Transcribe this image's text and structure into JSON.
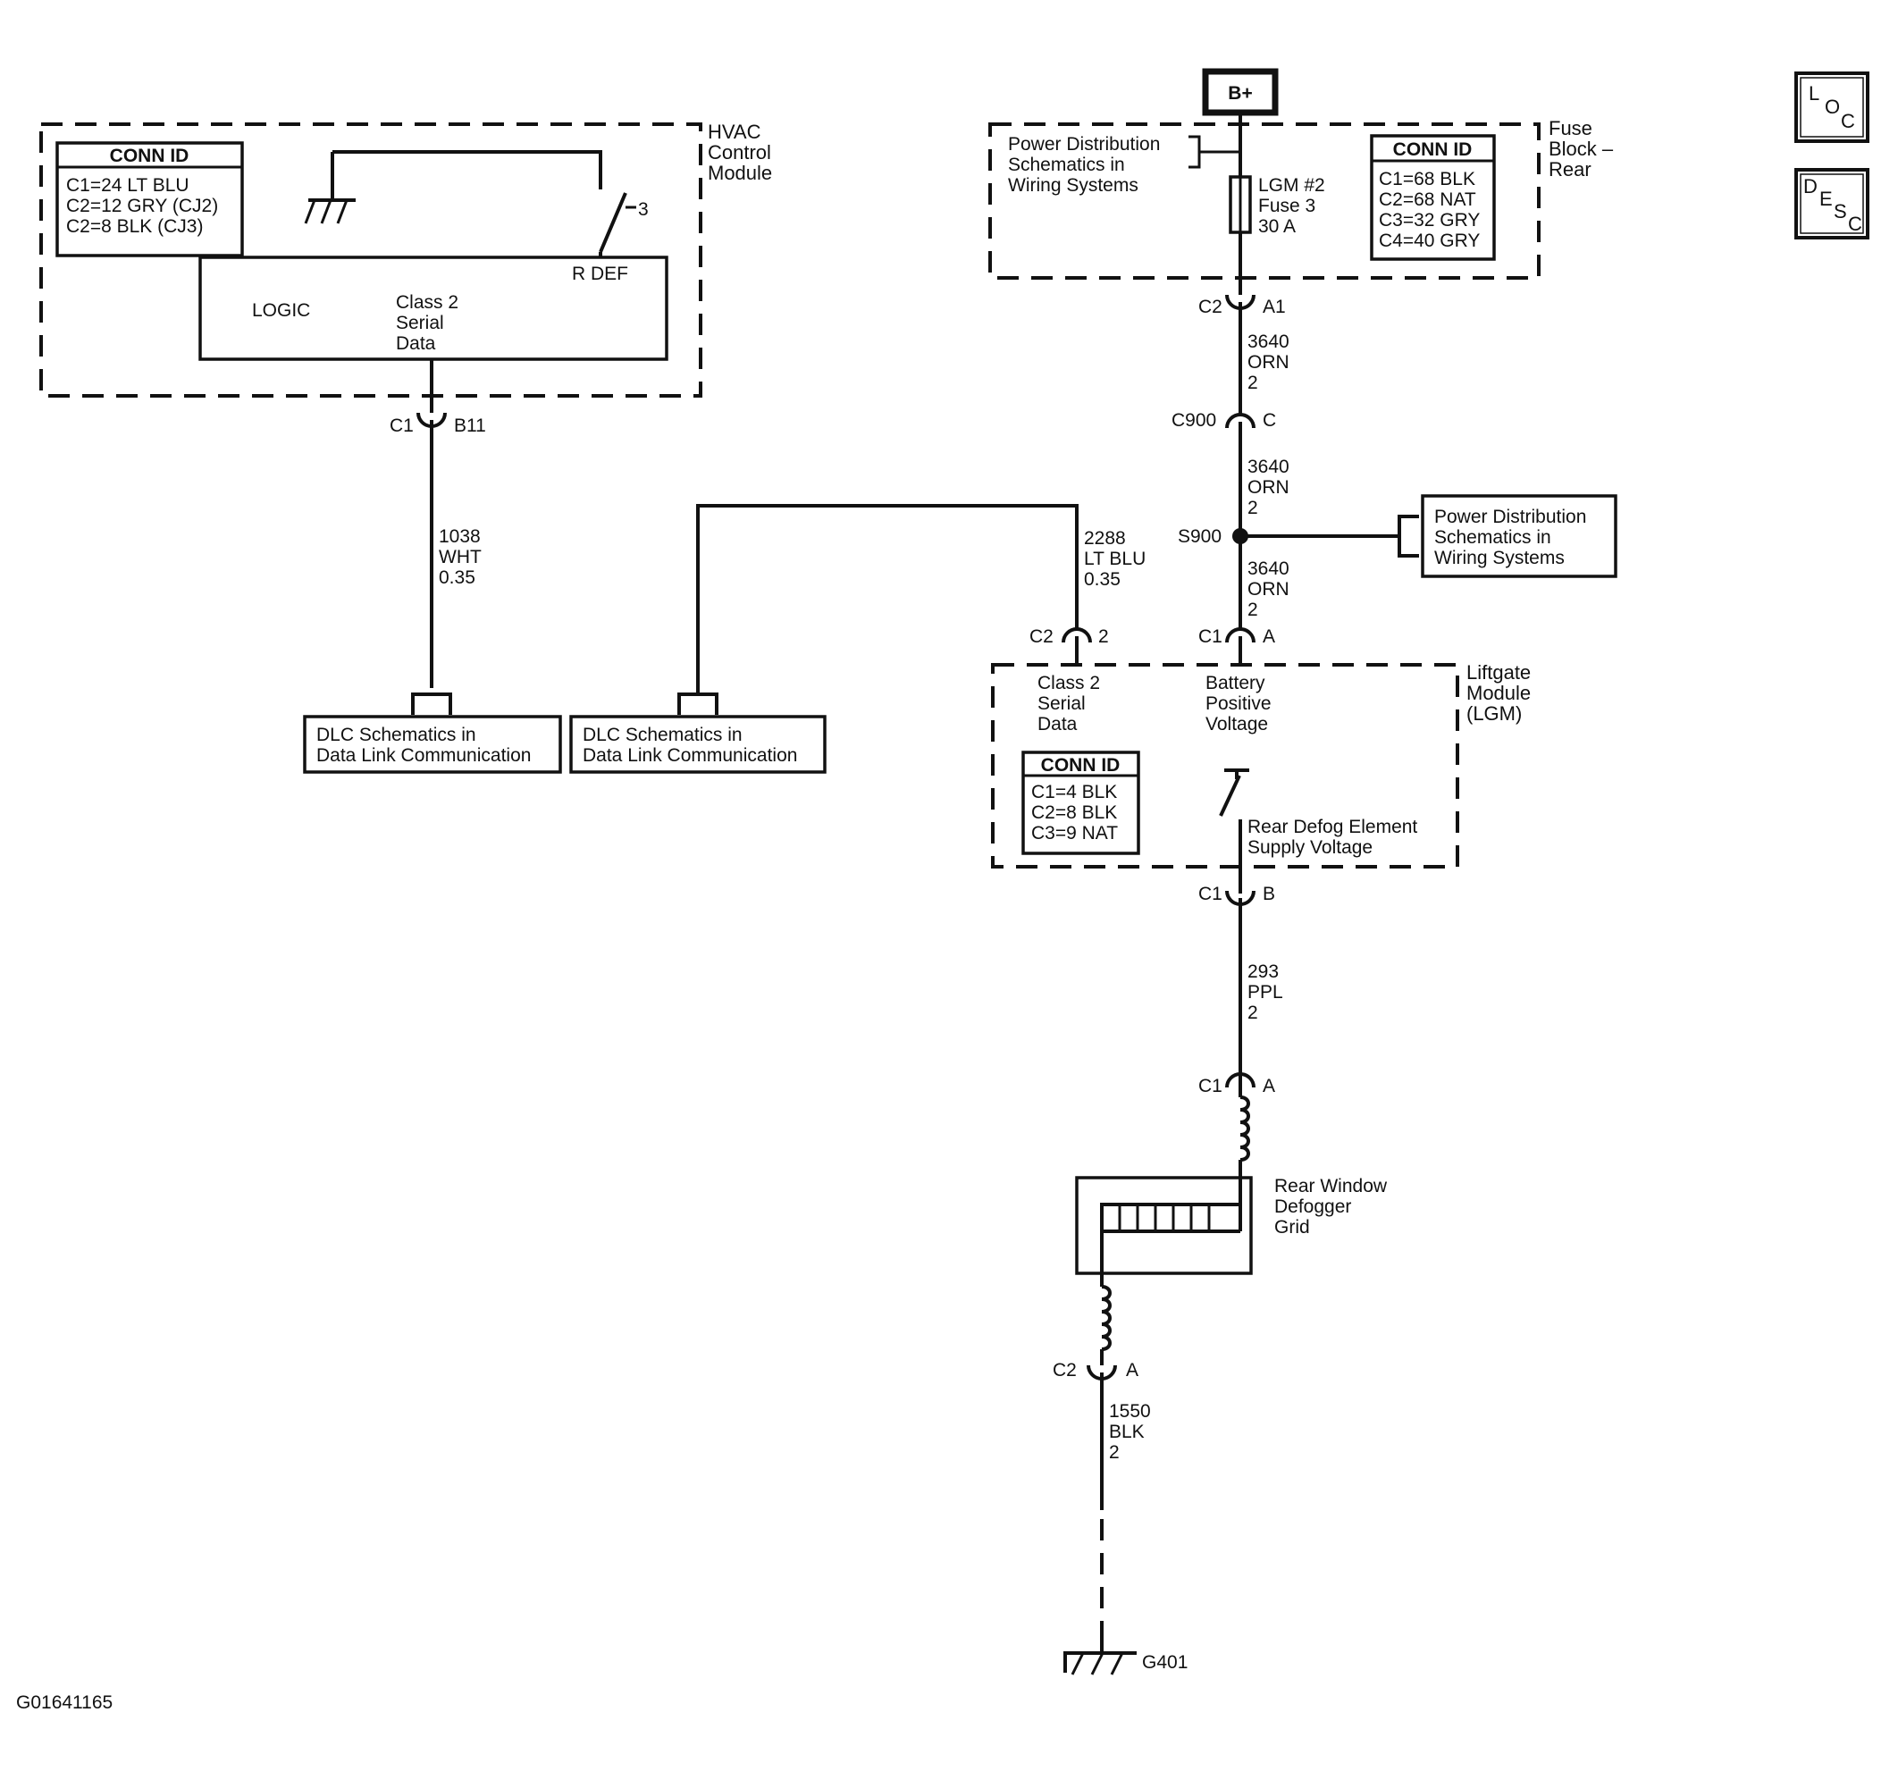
{
  "figure_id": "G01641165",
  "nav": {
    "loc": [
      "L",
      "O",
      "C"
    ],
    "desc": [
      "D",
      "E",
      "S",
      "C"
    ]
  },
  "hvac": {
    "title": [
      "HVAC",
      "Control",
      "Module"
    ],
    "conn_id": {
      "header": "CONN ID",
      "rows": [
        "C1=24 LT BLU",
        "C2=12 GRY (CJ2)",
        "C2=8 BLK (CJ3)"
      ]
    },
    "switch_label": "R DEF",
    "logic": "LOGIC",
    "serial": [
      "Class 2",
      "Serial",
      "Data"
    ],
    "connector": {
      "name": "C1",
      "pin": "B11"
    },
    "wire": [
      "1038",
      "WHT",
      "0.35"
    ]
  },
  "dlc_left": [
    "DLC Schematics in",
    "Data Link Communication"
  ],
  "dlc_right": [
    "DLC Schematics in",
    "Data Link Communication"
  ],
  "wire_2288": [
    "2288",
    "LT BLU",
    "0.35"
  ],
  "bplus": "B+",
  "fuse_block": {
    "title": [
      "Fuse",
      "Block –",
      "Rear"
    ],
    "power_dist": [
      "Power Distribution",
      "Schematics in",
      "Wiring Systems"
    ],
    "fuse": [
      "LGM #2",
      "Fuse 3",
      "30 A"
    ],
    "conn_id": {
      "header": "CONN ID",
      "rows": [
        "C1=68 BLK",
        "C2=68 NAT",
        "C3=32 GRY",
        "C4=40 GRY"
      ]
    },
    "connector": {
      "name": "C2",
      "pin": "A1"
    }
  },
  "wire_3640_a": [
    "3640",
    "ORN",
    "2"
  ],
  "c900": {
    "name": "C900",
    "pin": "C"
  },
  "wire_3640_b": [
    "3640",
    "ORN",
    "2"
  ],
  "s900": "S900",
  "power_dist_right": [
    "Power Distribution",
    "Schematics in",
    "Wiring Systems"
  ],
  "wire_3640_c": [
    "3640",
    "ORN",
    "2"
  ],
  "lgm": {
    "title": [
      "Liftgate",
      "Module",
      "(LGM)"
    ],
    "c2": {
      "name": "C2",
      "pin": "2"
    },
    "c1a": {
      "name": "C1",
      "pin": "A"
    },
    "serial": [
      "Class 2",
      "Serial",
      "Data"
    ],
    "battery": [
      "Battery",
      "Positive",
      "Voltage"
    ],
    "conn_id": {
      "header": "CONN ID",
      "rows": [
        "C1=4 BLK",
        "C2=8 BLK",
        "C3=9 NAT"
      ]
    },
    "supply": [
      "Rear Defog Element",
      "Supply Voltage"
    ],
    "c1b": {
      "name": "C1",
      "pin": "B"
    }
  },
  "wire_293": [
    "293",
    "PPL",
    "2"
  ],
  "grid_conn_top": {
    "name": "C1",
    "pin": "A"
  },
  "grid": [
    "Rear Window",
    "Defogger",
    "Grid"
  ],
  "grid_conn_bottom": {
    "name": "C2",
    "pin": "A"
  },
  "wire_1550": [
    "1550",
    "BLK",
    "2"
  ],
  "ground": "G401"
}
